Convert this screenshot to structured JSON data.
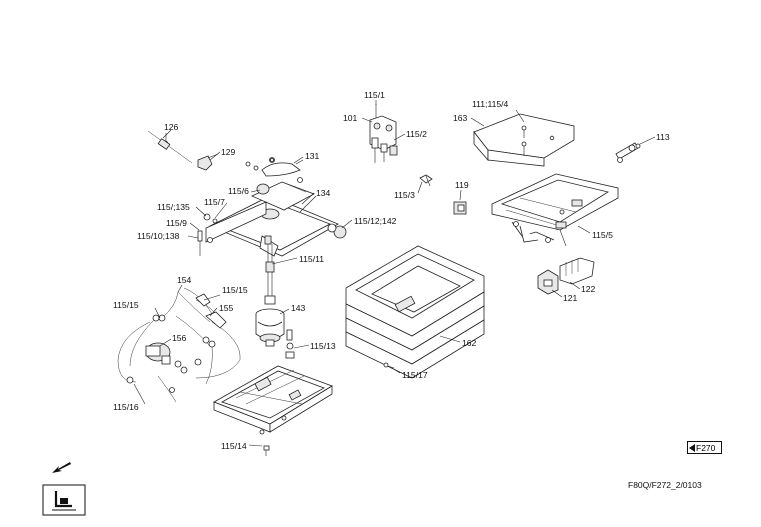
{
  "diagram": {
    "labels": {
      "p126": "126",
      "p129": "129",
      "p131": "131",
      "p115_1": "115/1",
      "p101": "101",
      "p115_2": "115/2",
      "p115_3": "115/3",
      "p111_115_4": "111;115/4",
      "p163": "163",
      "p113": "113",
      "p119": "119",
      "p115_5": "115/5",
      "p122": "122",
      "p121": "121",
      "p115_6": "115/6",
      "p115_7": "115/7",
      "p134": "134",
      "p115_135": "115/;135",
      "p115_9": "115/9",
      "p115_10_138": "115/10;138",
      "p115_12_142": "115/12;142",
      "p115_11": "115/11",
      "p154": "154",
      "p115_15a": "115/15",
      "p115_15b": "115/15",
      "p155": "155",
      "p143": "143",
      "p156": "156",
      "p115_13": "115/13",
      "p162": "162",
      "p115_17": "115/17",
      "p115_16": "115/16",
      "p115_14": "115/14"
    }
  },
  "navigation": {
    "prev_page_label": "F270"
  },
  "document_id": "F80Q/F272_2/0103",
  "icons": {
    "direction": "arrow-down-left-icon",
    "seat": "seat-symbol-icon"
  }
}
